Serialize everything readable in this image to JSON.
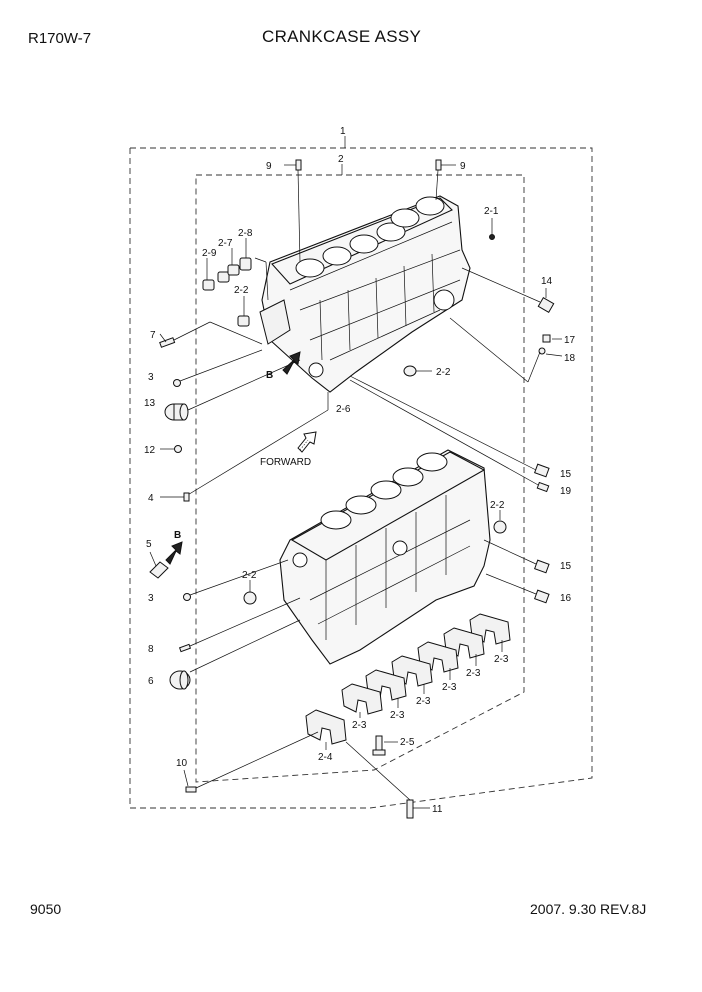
{
  "header": {
    "model": "R170W-7",
    "title": "CRANKCASE ASSY"
  },
  "footer": {
    "page": "9050",
    "revision": "2007. 9.30  REV.8J"
  },
  "diagram": {
    "arrow_labels": {
      "b_upper": "B",
      "b_lower": "B",
      "forward": "FORWARD"
    },
    "callouts": {
      "c1": "1",
      "c2": "2",
      "c9a": "9",
      "c9b": "9",
      "c2_1": "2-1",
      "c2_9": "2-9",
      "c2_7": "2-7",
      "c2_8": "2-8",
      "c2_2a": "2-2",
      "c14": "14",
      "c7": "7",
      "c17": "17",
      "c18": "18",
      "c3a": "3",
      "c2_2b": "2-2",
      "c13": "13",
      "c2_6": "2-6",
      "c12": "12",
      "c15a": "15",
      "c4": "4",
      "c19": "19",
      "c2_2c": "2-2",
      "c5": "5",
      "c15b": "15",
      "c2_2d": "2-2",
      "c3b": "3",
      "c16": "16",
      "c8": "8",
      "c2_3a": "2-3",
      "c6": "6",
      "c2_3b": "2-3",
      "c2_3c": "2-3",
      "c2_3d": "2-3",
      "c2_3e": "2-3",
      "c2_3f": "2-3",
      "c2_5": "2-5",
      "c2_4": "2-4",
      "c10": "10",
      "c11": "11"
    }
  }
}
